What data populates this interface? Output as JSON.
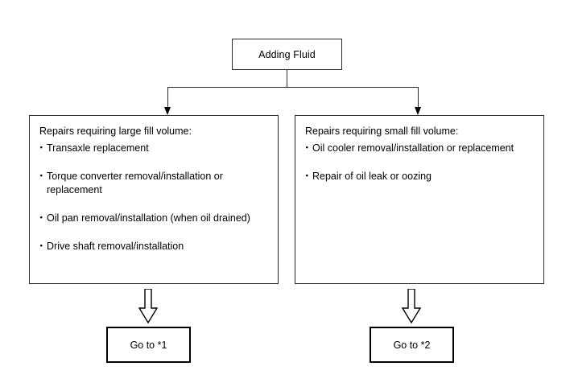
{
  "diagram": {
    "title": "Adding Fluid",
    "top_node": {
      "label": "Adding Fluid"
    },
    "branches": [
      {
        "heading": "Repairs requiring large fill volume:",
        "items": [
          "Transaxle replacement",
          "Torque converter removal/installation or replacement",
          "Oil pan removal/installation (when oil drained)",
          "Drive shaft removal/installation"
        ],
        "goto": "Go to *1"
      },
      {
        "heading": "Repairs requiring small fill volume:",
        "items": [
          "Oil cooler removal/installation or replacement",
          "Repair of oil leak or oozing"
        ],
        "goto": "Go to *2"
      }
    ]
  }
}
